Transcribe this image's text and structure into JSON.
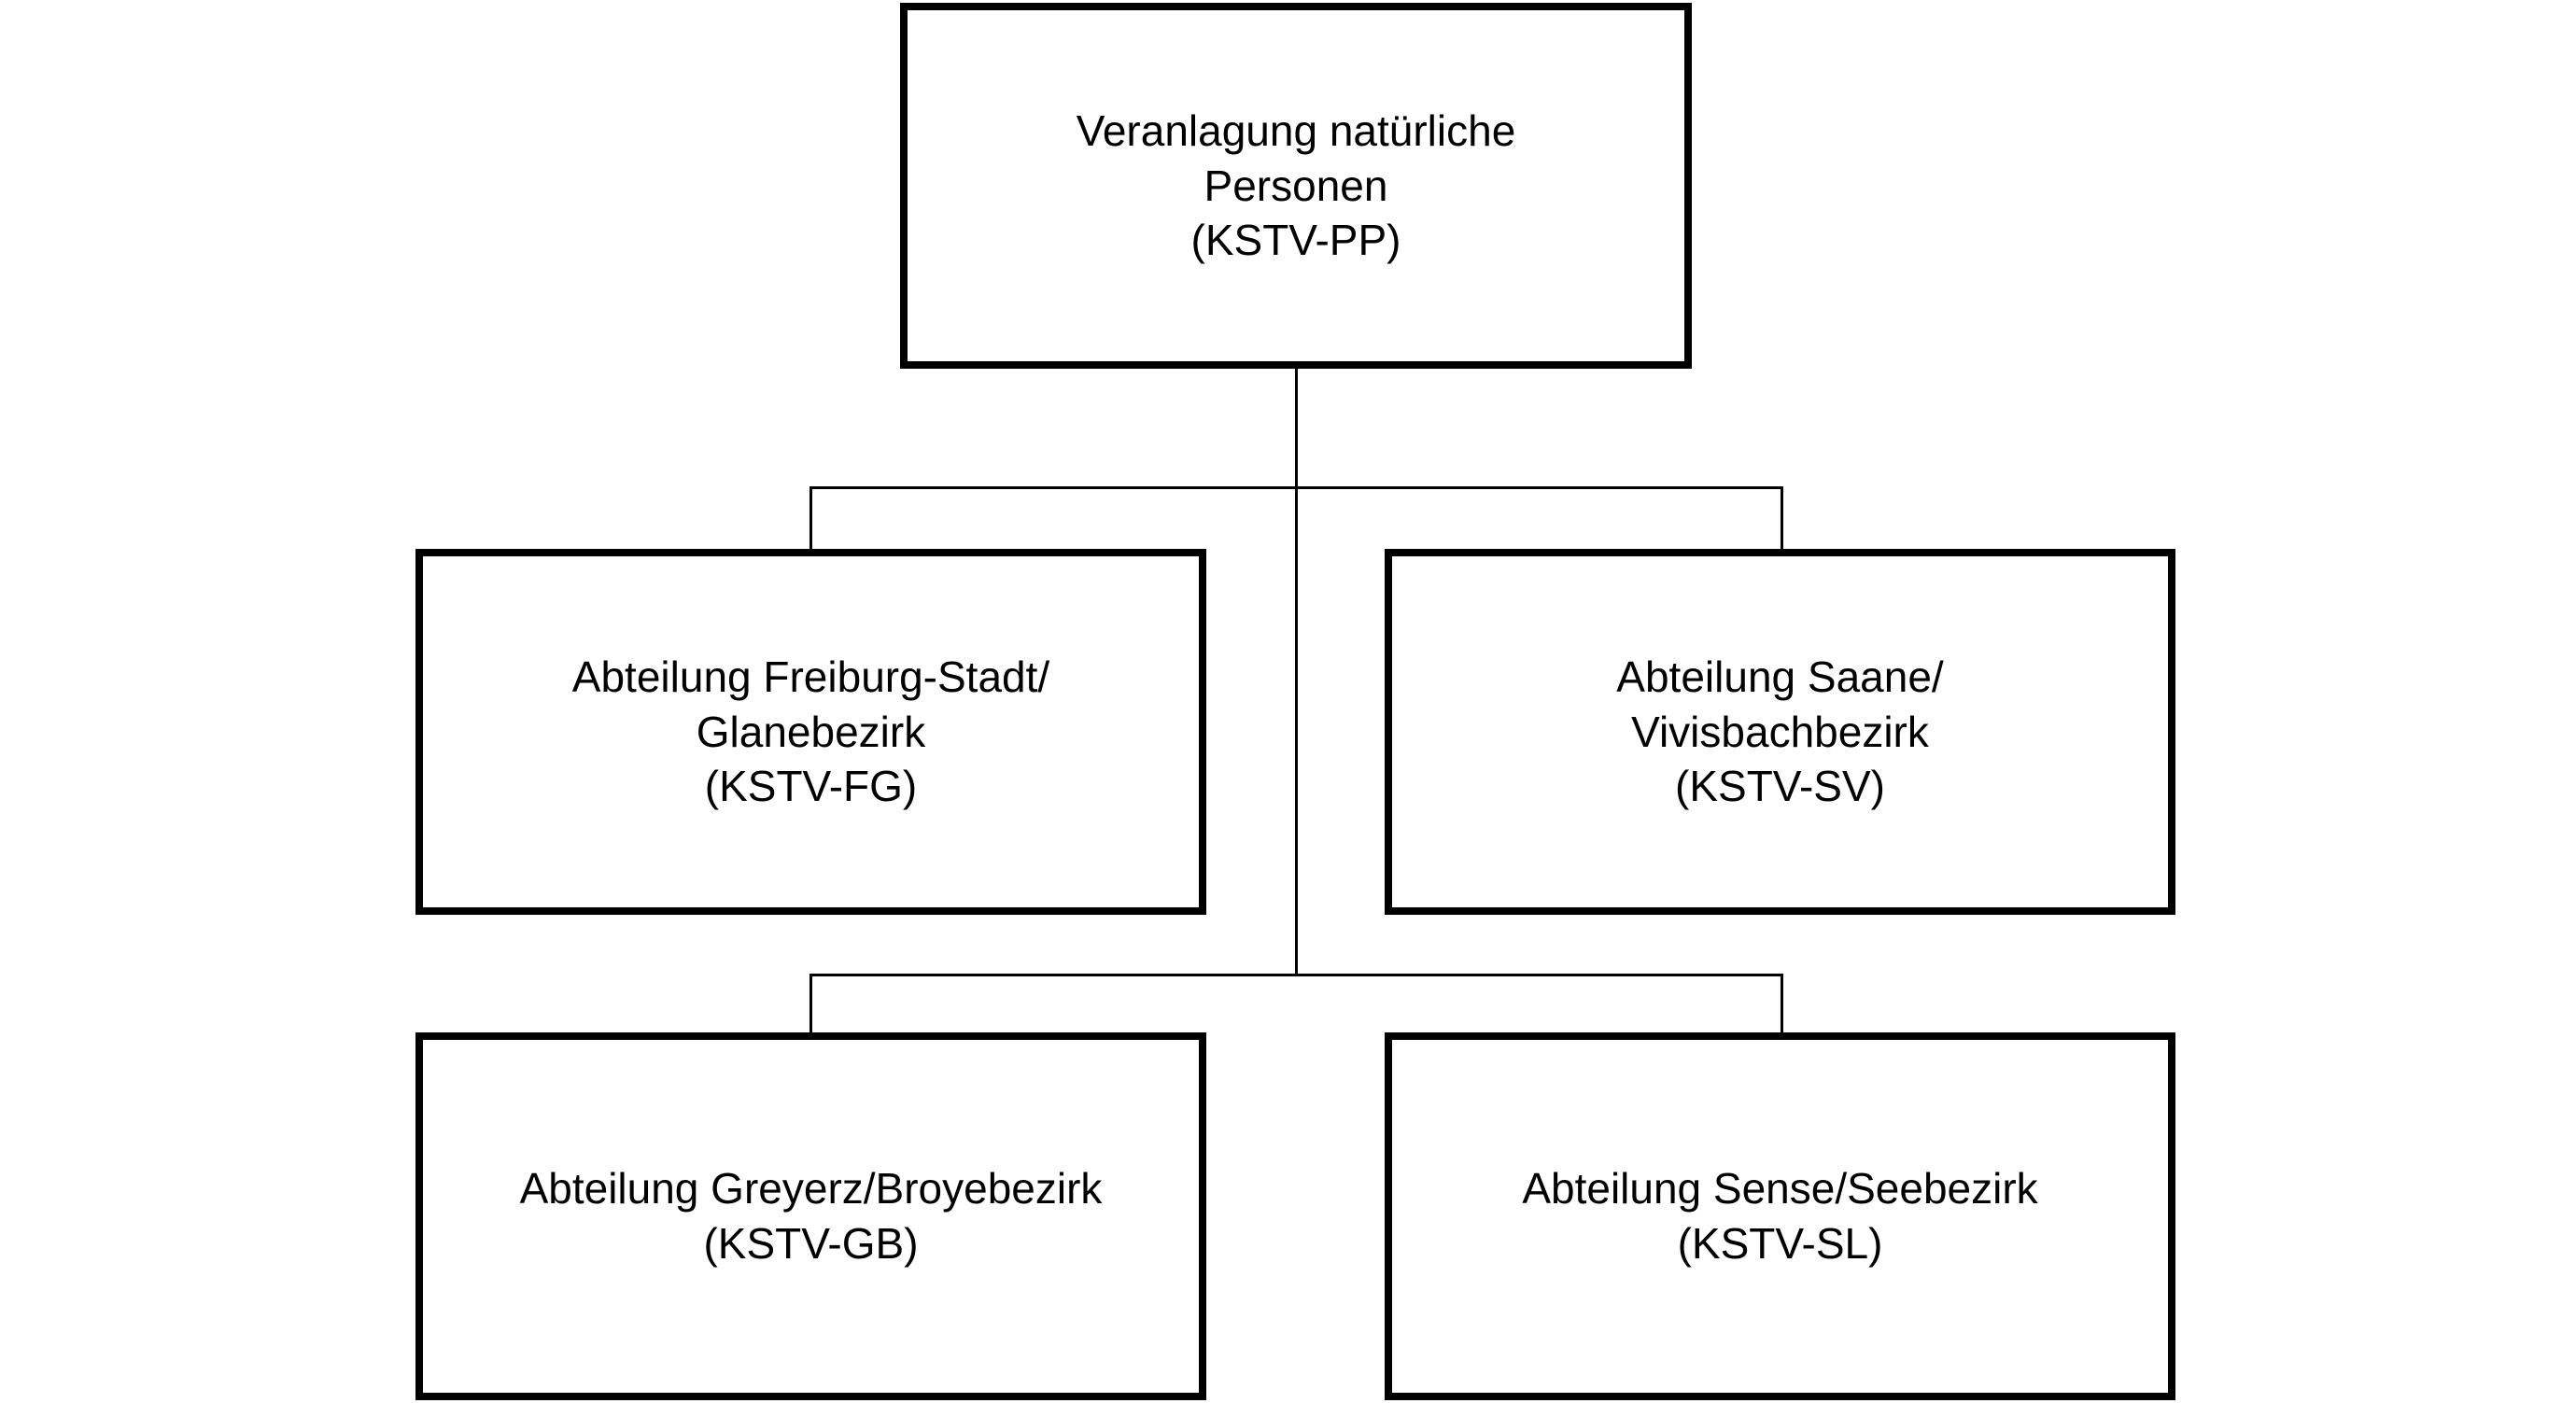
{
  "diagram": {
    "type": "org-chart",
    "orientation": "top-down",
    "background_color": "#ffffff",
    "box_border_color": "#000000",
    "connector_color": "#000000",
    "nodes": [
      {
        "id": "root",
        "label": "Veranlagung natürliche\nPersonen\n(KSTV-PP)",
        "title": "Veranlagung natürliche Personen",
        "code": "(KSTV-PP)",
        "level": 0
      },
      {
        "id": "fg",
        "label": "Abteilung Freiburg-Stadt/\nGlanebezirk\n(KSTV-FG)",
        "title": "Abteilung Freiburg-Stadt/Glanebezirk",
        "code": "(KSTV-FG)",
        "level": 1
      },
      {
        "id": "sv",
        "label": "Abteilung Saane/\nVivisbachbezirk\n(KSTV-SV)",
        "title": "Abteilung Saane/Vivisbachbezirk",
        "code": "(KSTV-SV)",
        "level": 1
      },
      {
        "id": "gb",
        "label": "Abteilung Greyerz/Broyebezirk\n(KSTV-GB)",
        "title": "Abteilung Greyerz/Broyebezirk",
        "code": "(KSTV-GB)",
        "level": 1
      },
      {
        "id": "sl",
        "label": "Abteilung Sense/Seebezirk\n(KSTV-SL)",
        "title": "Abteilung Sense/Seebezirk",
        "code": "(KSTV-SL)",
        "level": 1
      }
    ],
    "edges": [
      {
        "from": "root",
        "to": "fg"
      },
      {
        "from": "root",
        "to": "sv"
      },
      {
        "from": "root",
        "to": "gb"
      },
      {
        "from": "root",
        "to": "sl"
      }
    ]
  }
}
